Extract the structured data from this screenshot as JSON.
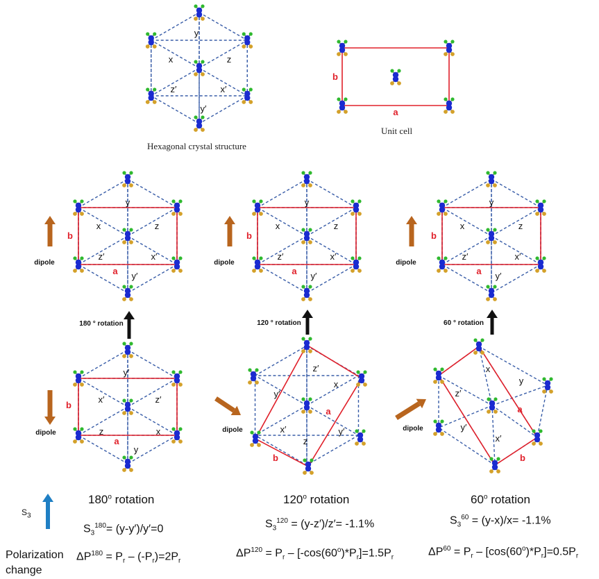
{
  "captions": {
    "hexagonal": "Hexagonal crystal structure",
    "unit_cell": "Unit cell"
  },
  "labels": {
    "dipole": "dipole",
    "a": "a",
    "b": "b",
    "x": "x",
    "y": "y",
    "z": "z",
    "xp": "x′",
    "yp": "y′",
    "zp": "z′"
  },
  "rotation_arrows": {
    "r180": "180 ° rotation",
    "r120": "120 ° rotation",
    "r60": "60 ° rotation"
  },
  "rotations": {
    "r180": {
      "angle": "180",
      "suffix": " rotation",
      "s3": "= (y-y′)/y′=0",
      "dp": " = P",
      "dp2": " – (-P",
      "dp3": ")=2P"
    },
    "r120": {
      "angle": "120",
      "suffix": " rotation",
      "s3": " = (y-z′)/z′= -1.1%",
      "dp": " = P",
      "dp2": " – [-cos(60",
      "dp3": ")*P",
      "dp4": "]=1.5P"
    },
    "r60": {
      "angle": "60",
      "suffix": " rotation",
      "s3": " = (y-x)/x= -1.1%",
      "dp": " = P",
      "dp2": " – [cos(60",
      "dp3": ")*P",
      "dp4": "]=0.5P"
    }
  },
  "symbols": {
    "S": "S",
    "sub3": "3",
    "deltaP": "ΔP",
    "P": "P",
    "r": "r",
    "deg": "o",
    "o": "o"
  },
  "legend": {
    "s3": "S",
    "s3_sub": "3",
    "polarization": "Polarization change"
  },
  "colors": {
    "atom": "#1a2bd0",
    "gold": "#d4a12a",
    "green": "#2fb92f",
    "bond": "#3a5ea8",
    "cell": "#e0202a",
    "arrow": "#b8651e",
    "s3arrow": "#1f7fc4"
  }
}
